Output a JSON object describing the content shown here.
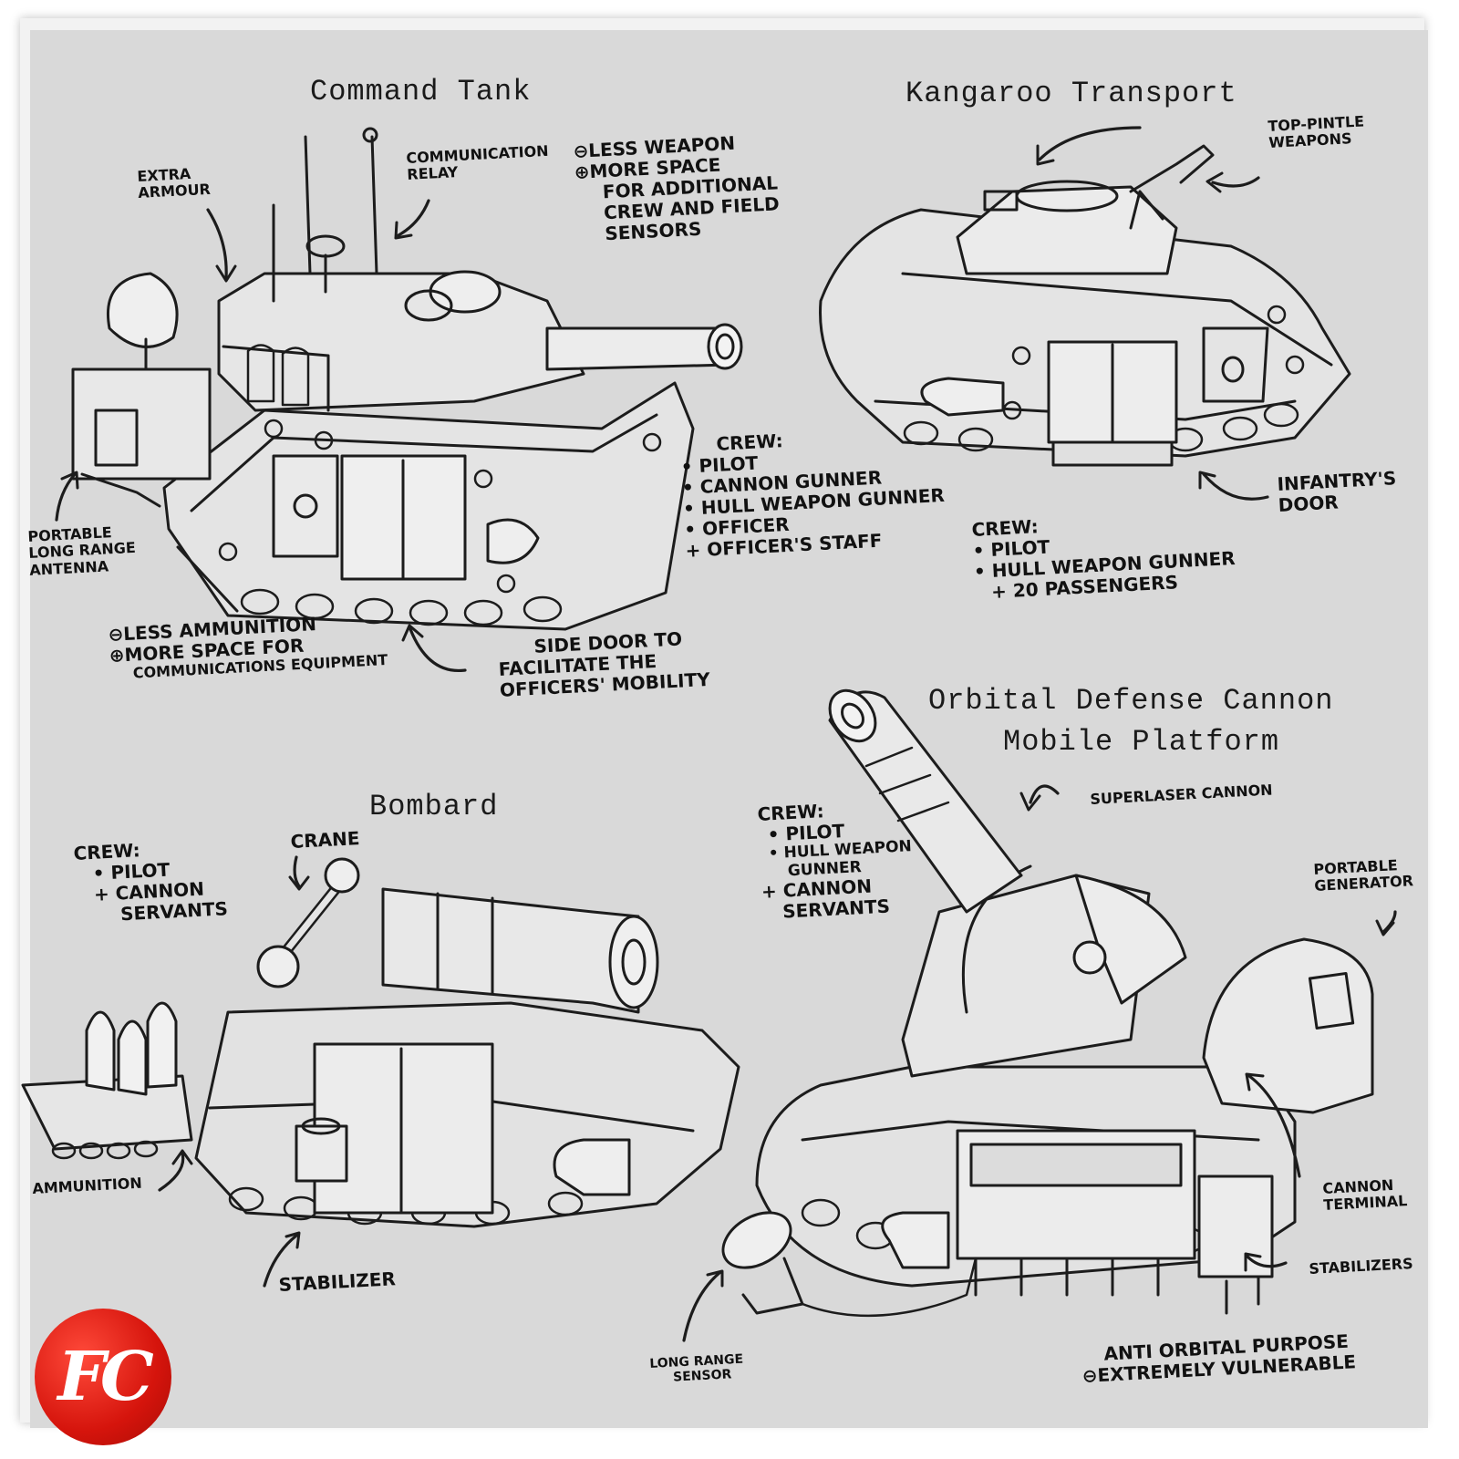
{
  "brand": {
    "logo_text": "FC"
  },
  "command_tank": {
    "title": "Command Tank",
    "extra_armour": "Extra Armour",
    "comm_relay": "Communication Relay",
    "pros_cons": [
      "Less Weapon",
      "More Space",
      "for Additional",
      "Crew and Field",
      "Sensors"
    ],
    "crew_label": "Crew:",
    "crew": [
      "• Pilot",
      "• Cannon Gunner",
      "• Hull Weapon Gunner",
      "• Officer",
      "+ Officer's Staff"
    ],
    "antenna": [
      "Portable",
      "Long Range",
      "Antenna"
    ],
    "ammo_note": [
      "Less Ammunition",
      "More Space for",
      "Communications Equipment"
    ],
    "side_door": [
      "Side Door to",
      "Facilitate the",
      "Officers' Mobility"
    ]
  },
  "kangaroo": {
    "title": "Kangaroo Transport",
    "top_pintle": [
      "Top-Pintle",
      "Weapons"
    ],
    "infantry_door": [
      "Infantry's",
      "Door"
    ],
    "crew_label": "Crew:",
    "crew": [
      "• Pilot",
      "• Hull Weapon Gunner",
      "+ 20 Passengers"
    ]
  },
  "bombard": {
    "title": "Bombard",
    "crew_label": "Crew:",
    "crew": [
      "• Pilot",
      "+ Cannon",
      "Servants"
    ],
    "crane": "Crane",
    "ammunition": "Ammunition",
    "stabilizer": "Stabilizer"
  },
  "orbital": {
    "title_line1": "Orbital Defense Cannon",
    "title_line2": "Mobile Platform",
    "crew_label": "Crew:",
    "crew": [
      "• Pilot",
      "• Hull Weapon",
      "Gunner",
      "+ Cannon",
      "Servants"
    ],
    "superlaser": "Superlaser Cannon",
    "generator": [
      "Portable",
      "Generator"
    ],
    "terminal": [
      "Cannon",
      "Terminal"
    ],
    "stabilizers": "Stabilizers",
    "sensor": [
      "Long Range",
      "Sensor"
    ],
    "purpose": [
      "Anti Orbital Purpose",
      "Extremely Vulnerable"
    ]
  }
}
